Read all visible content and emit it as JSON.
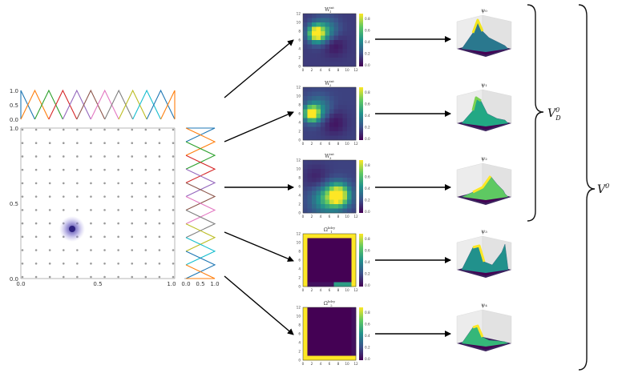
{
  "colors": {
    "hat": [
      "#1f77b4",
      "#ff7f0e",
      "#2ca02c",
      "#d62728",
      "#9467bd",
      "#8c564b",
      "#e377c2",
      "#7f7f7f",
      "#bcbd22",
      "#17becf",
      "#1f77b4",
      "#ff7f0e"
    ],
    "grid_dot": "#9a9a9a",
    "blob": "#4b3fa8"
  },
  "basis_plot_top": {
    "y_ticks": [
      "1.0",
      "0.5",
      "0.0"
    ]
  },
  "grid_plot": {
    "y_ticks": [
      "1.0",
      "0.5",
      "0.0"
    ],
    "x_ticks": [
      "0.0",
      "0.5",
      "1.0"
    ]
  },
  "basis_plot_right": {
    "x_ticks": [
      "0.0",
      "0.5",
      "1.0"
    ]
  },
  "heatmaps": [
    {
      "title": "W_{1}^{int}",
      "title_parts": [
        "W",
        "1",
        "int"
      ],
      "axis_ticks": [
        "0",
        "2",
        "4",
        "6",
        "8",
        "10",
        "12"
      ],
      "cbar_ticks": [
        "0.8",
        "0.6",
        "0.4",
        "0.2",
        "0.0"
      ]
    },
    {
      "title": "W_{2}^{int}",
      "title_parts": [
        "W",
        "2",
        "int"
      ],
      "axis_ticks": [
        "0",
        "2",
        "4",
        "6",
        "8",
        "10",
        "12"
      ],
      "cbar_ticks": [
        "0.8",
        "0.6",
        "0.4",
        "0.2",
        "0.0"
      ]
    },
    {
      "title": "W_{3}^{int}",
      "title_parts": [
        "W",
        "3",
        "int"
      ],
      "axis_ticks": [
        "0",
        "2",
        "4",
        "6",
        "8",
        "10",
        "12"
      ],
      "cbar_ticks": [
        "0.8",
        "0.6",
        "0.4",
        "0.2",
        "0.0"
      ]
    },
    {
      "title": "Ω_{1}^{bdry}",
      "title_parts": [
        "Ω",
        "1",
        "bdry"
      ],
      "axis_ticks": [
        "0",
        "2",
        "4",
        "6",
        "8",
        "10",
        "12"
      ],
      "cbar_ticks": [
        "0.8",
        "0.6",
        "0.4",
        "0.2",
        "0.0"
      ]
    },
    {
      "title": "Ω_{2}^{bdry}",
      "title_parts": [
        "Ω",
        "2",
        "bdry"
      ],
      "axis_ticks": [
        "0",
        "2",
        "4",
        "6",
        "8",
        "10",
        "12"
      ],
      "cbar_ticks": [
        "0.8",
        "0.6",
        "0.4",
        "0.2",
        "0.0"
      ]
    }
  ],
  "surfaces": [
    {
      "title": "ψ₀"
    },
    {
      "title": "ψ₁"
    },
    {
      "title": "ψ₂"
    },
    {
      "title": "ψ₃"
    },
    {
      "title": "ψ₄"
    }
  ],
  "braces": {
    "inner_label": "V_D^0",
    "inner_parts": [
      "V",
      "0",
      "D"
    ],
    "outer_label": "V^0",
    "outer_parts": [
      "V",
      "0"
    ]
  }
}
